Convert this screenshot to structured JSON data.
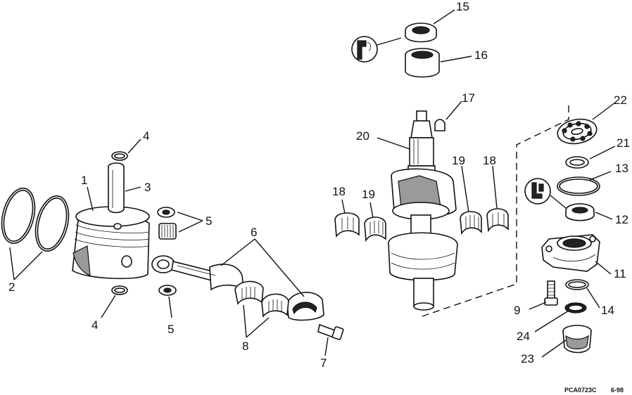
{
  "callouts": [
    {
      "id": "c1",
      "text": "1"
    },
    {
      "id": "c2",
      "text": "2"
    },
    {
      "id": "c3",
      "text": "3"
    },
    {
      "id": "c4a",
      "text": "4"
    },
    {
      "id": "c4b",
      "text": "4"
    },
    {
      "id": "c5a",
      "text": "5"
    },
    {
      "id": "c5b",
      "text": "5"
    },
    {
      "id": "c6",
      "text": "6"
    },
    {
      "id": "c7",
      "text": "7"
    },
    {
      "id": "c8",
      "text": "8"
    },
    {
      "id": "c9",
      "text": "9"
    },
    {
      "id": "c11",
      "text": "11"
    },
    {
      "id": "c12",
      "text": "12"
    },
    {
      "id": "c13",
      "text": "13"
    },
    {
      "id": "c14",
      "text": "14"
    },
    {
      "id": "c15",
      "text": "15"
    },
    {
      "id": "c16",
      "text": "16"
    },
    {
      "id": "c17",
      "text": "17"
    },
    {
      "id": "c18a",
      "text": "18"
    },
    {
      "id": "c18b",
      "text": "18"
    },
    {
      "id": "c19a",
      "text": "19"
    },
    {
      "id": "c19b",
      "text": "19"
    },
    {
      "id": "c20",
      "text": "20"
    },
    {
      "id": "c21",
      "text": "21"
    },
    {
      "id": "c22",
      "text": "22"
    },
    {
      "id": "c23",
      "text": "23"
    },
    {
      "id": "c24",
      "text": "24"
    }
  ],
  "footer": {
    "drawing_code": "PCA0723C",
    "revision": "6-98"
  },
  "colors": {
    "ink": "#111111",
    "background": "#ffffff",
    "shade": "#9a9a9a"
  }
}
